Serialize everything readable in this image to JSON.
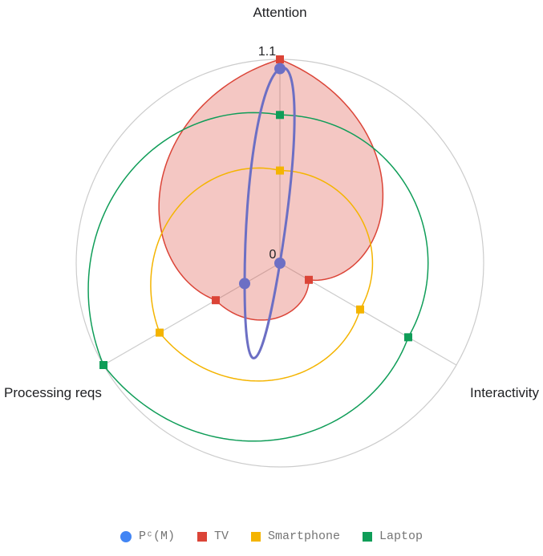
{
  "chart_data": {
    "type": "radar",
    "axes": [
      "Attention",
      "Interactivity",
      "Processing reqs"
    ],
    "range": [
      0,
      1.1
    ],
    "tick_labels": [
      "0",
      "1.1"
    ],
    "series": [
      {
        "name": "TV",
        "values": [
          1.1,
          0.18,
          0.4
        ],
        "color": "#db4437",
        "marker": "square",
        "fill": "rgba(219,68,55,0.30)"
      },
      {
        "name": "Smartphone",
        "values": [
          0.5,
          0.5,
          0.75
        ],
        "color": "#f4b400",
        "marker": "square",
        "fill": "none"
      },
      {
        "name": "Laptop",
        "values": [
          0.8,
          0.8,
          1.1
        ],
        "color": "#0f9d58",
        "marker": "square",
        "fill": "none"
      }
    ],
    "curve": {
      "name": "Pᶜ(M)",
      "color": "#4285f4",
      "line_color": "#6c6fc4",
      "values": [
        1.05,
        0.0,
        0.22
      ]
    },
    "legend_position": "bottom"
  },
  "legend": {
    "items": [
      {
        "label": "Pᶜ(M)",
        "color": "#4285f4",
        "shape": "circle"
      },
      {
        "label": "TV",
        "color": "#db4437",
        "shape": "square"
      },
      {
        "label": "Smartphone",
        "color": "#f4b400",
        "shape": "square"
      },
      {
        "label": "Laptop",
        "color": "#0f9d58",
        "shape": "square"
      }
    ]
  }
}
